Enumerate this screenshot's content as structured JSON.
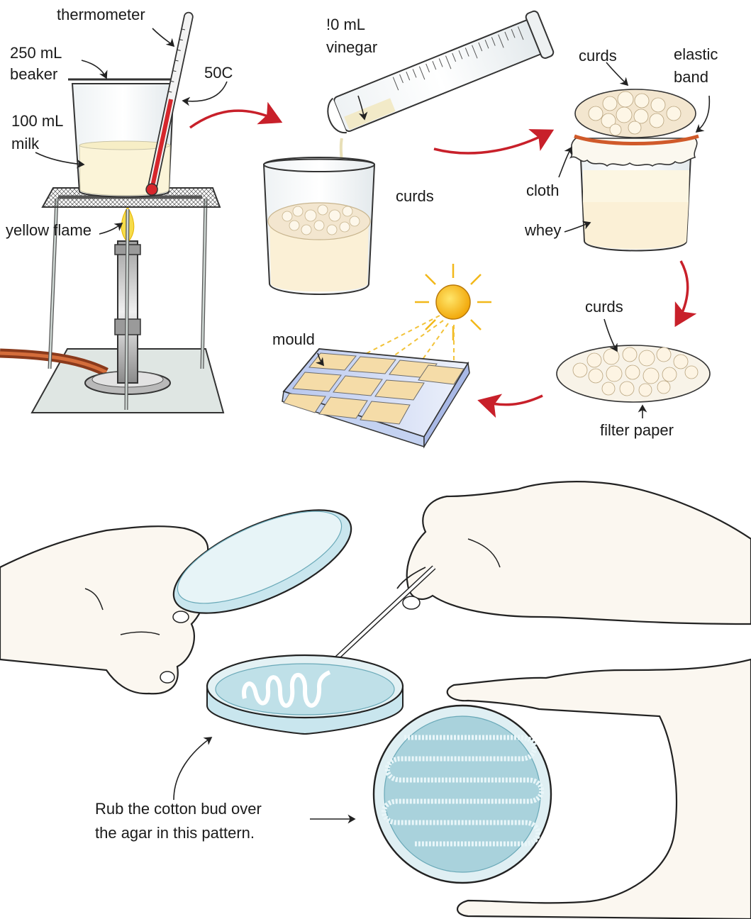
{
  "labels": {
    "thermometer": "thermometer",
    "beaker_line1": "250 mL",
    "beaker_line2": "beaker",
    "temperature": "50C",
    "milk_line1": "100 mL",
    "milk_line2": "milk",
    "yellow_flame": "yellow flame",
    "vinegar_line1": "!0 mL",
    "vinegar_line2": "vinegar",
    "curds_beaker": "curds",
    "curds_jar": "curds",
    "elastic_line1": "elastic",
    "elastic_line2": "band",
    "cloth": "cloth",
    "whey": "whey",
    "curds_filter": "curds",
    "filter_paper": "filter paper",
    "mould": "mould"
  },
  "caption": {
    "line1": "Rub the cotton bud over",
    "line2": "the agar in this pattern."
  },
  "colors": {
    "process_arrow": "#c8202a",
    "milk": "#fbf4d8",
    "curd": "#f3e6cf",
    "agar": "#bfe0e8",
    "sun": "#f7c21a",
    "skin": "#fbf7f0",
    "flame": "#f6dc4a",
    "tray": "#c9d6f2"
  }
}
